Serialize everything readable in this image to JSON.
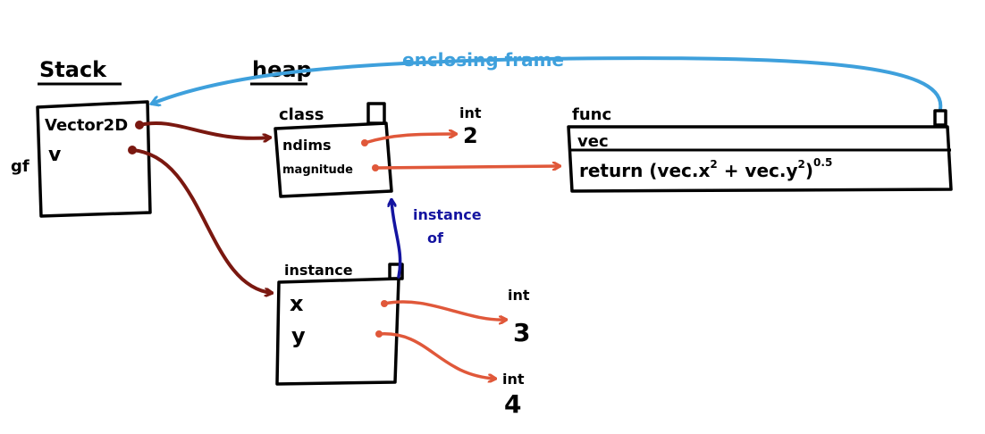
{
  "labels": {
    "stack": "Stack",
    "heap": "heap",
    "enclosing_frame": "enclosing frame",
    "instance_of": [
      "instance",
      "of"
    ]
  },
  "stack_frame": {
    "name": "gf",
    "entries": [
      "Vector2D",
      "v"
    ]
  },
  "class_obj": {
    "header": "class",
    "attrs": [
      "ndims",
      "magnitude"
    ]
  },
  "int_ndims": {
    "type": "int",
    "value": "2"
  },
  "func_obj": {
    "header": "func",
    "param": "vec",
    "body": "return (vec.x",
    "body2": " + vec.y",
    "sup": "2",
    "sup2": "2",
    "paren": ")",
    "exp": "0.5"
  },
  "instance_obj": {
    "header": "instance",
    "attrs": [
      "x",
      "y"
    ]
  },
  "int_x": {
    "type": "int",
    "value": "3"
  },
  "int_y": {
    "type": "int",
    "value": "4"
  },
  "colors": {
    "stack_arrow": "#7a1810",
    "heap_arrow": "#e0583a",
    "enclosing": "#3ea0dc",
    "instance_of": "#1414a0"
  }
}
